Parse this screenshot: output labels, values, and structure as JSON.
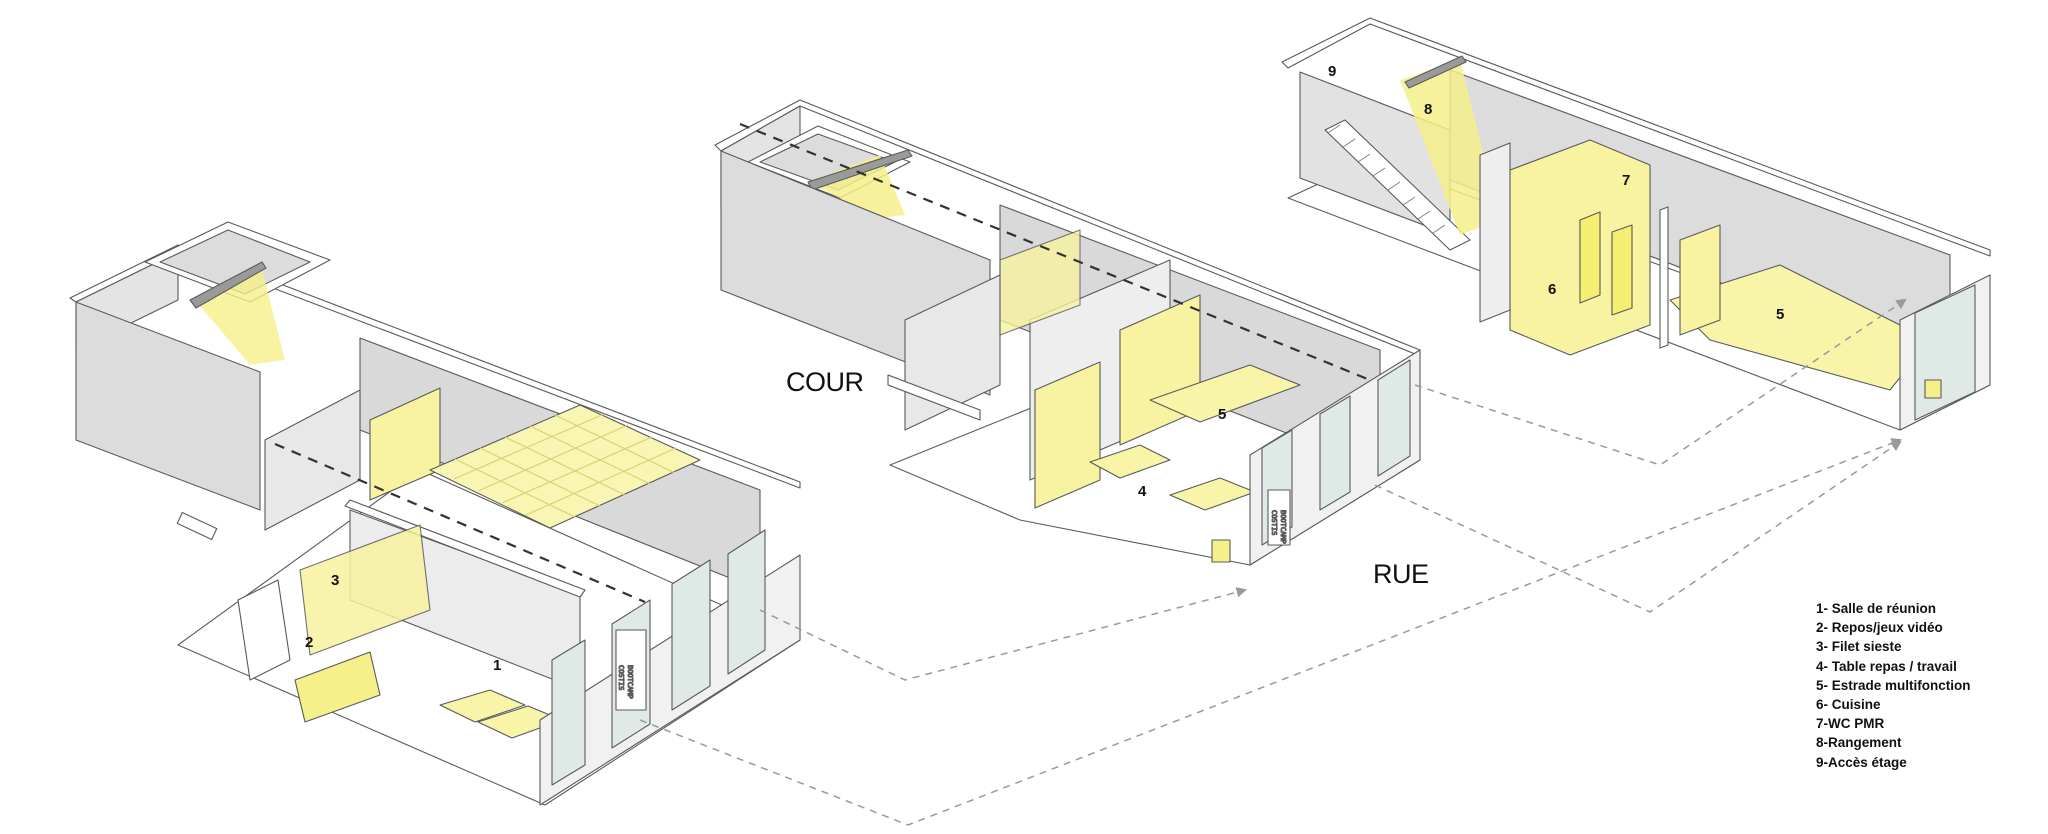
{
  "labels": {
    "cour": "COUR",
    "rue": "RUE",
    "sign_line1": "COSTIS",
    "sign_line2": "BOOTCAMP"
  },
  "numbers": {
    "n1": "1",
    "n2": "2",
    "n3": "3",
    "n4": "4",
    "n5a": "5",
    "n5b": "5",
    "n6": "6",
    "n7": "7",
    "n8": "8",
    "n9": "9"
  },
  "legend": [
    "1- Salle de réunion",
    "2- Repos/jeux vidéo",
    "3- Filet sieste",
    "4- Table repas / travail",
    "5- Estrade multifonction",
    "6- Cuisine",
    "7-WC PMR",
    "8-Rangement",
    "9-Accès étage"
  ],
  "colors": {
    "accent_yellow": "#f5f08a",
    "wall_grey": "#d9d9d9",
    "floor_white": "#ffffff",
    "line": "#5a5a5a"
  }
}
